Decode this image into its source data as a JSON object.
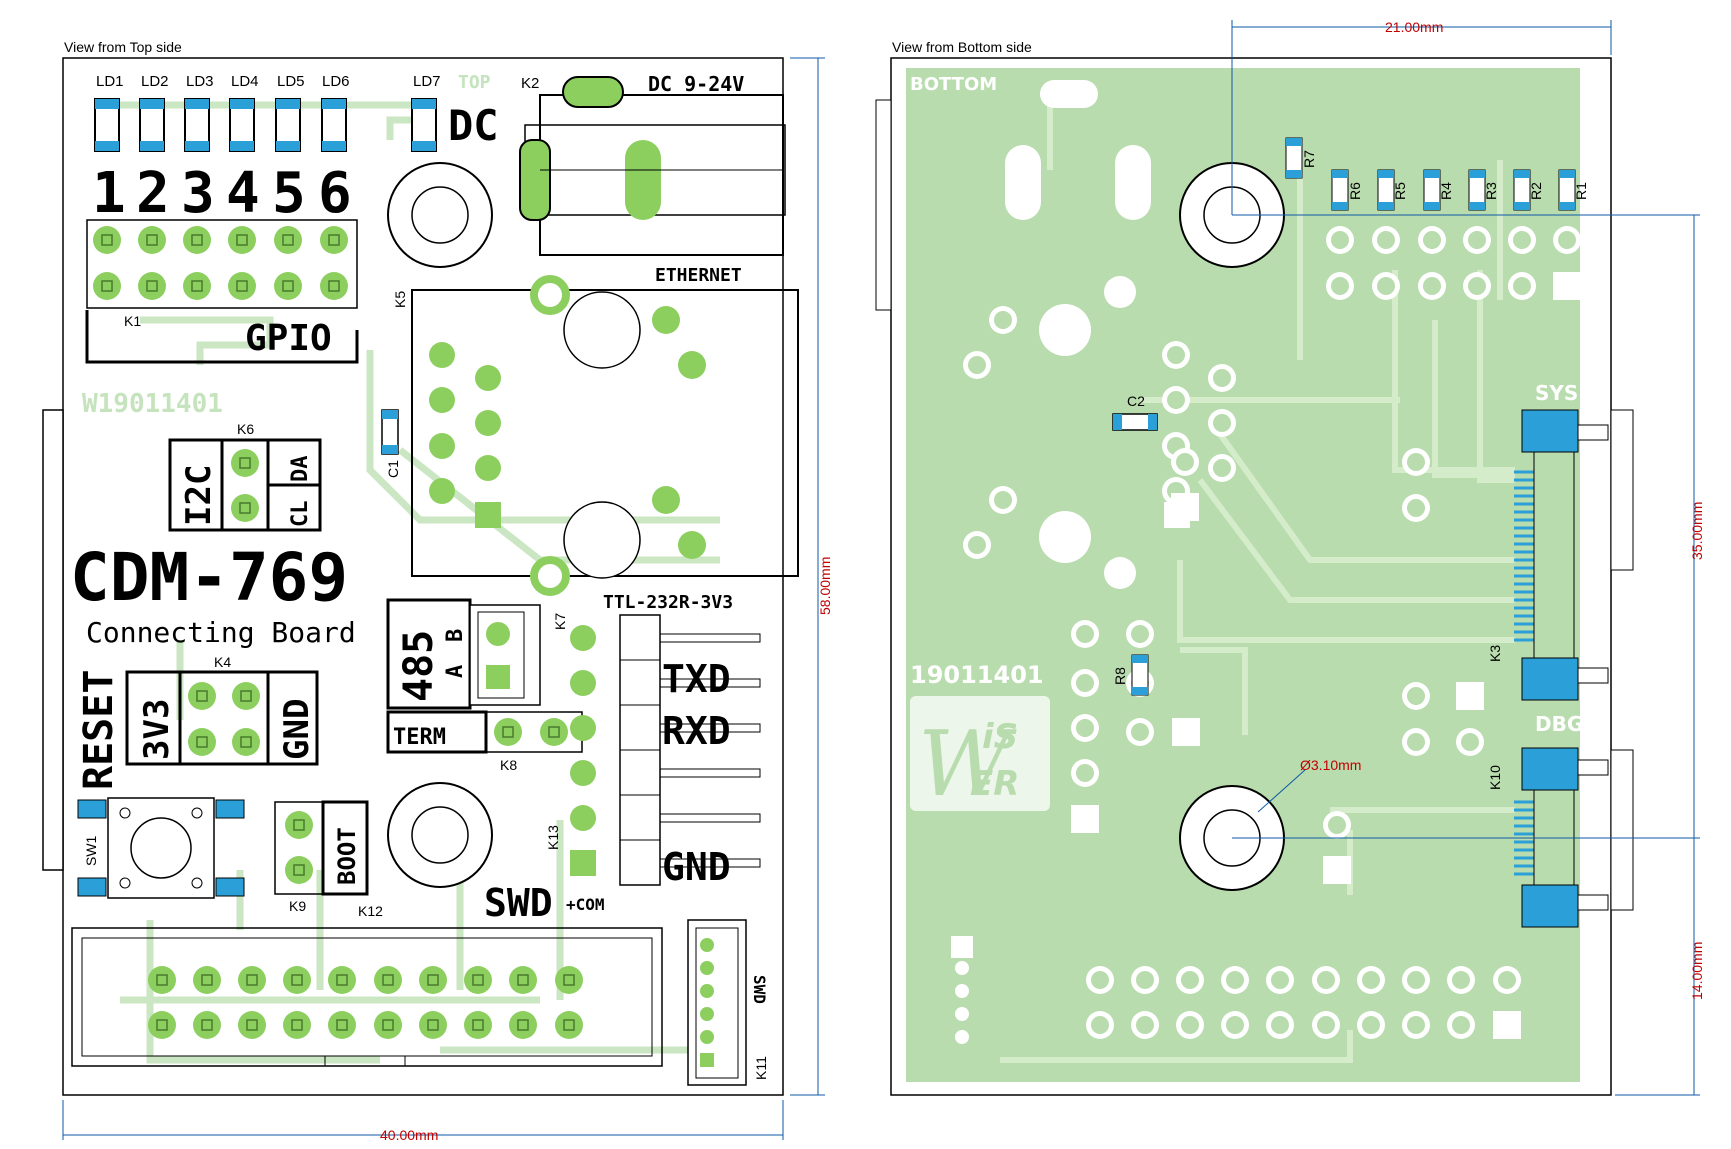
{
  "views": {
    "top_caption": "View from Top side",
    "bottom_caption": "View from Bottom side"
  },
  "top": {
    "leds": [
      "LD1",
      "LD2",
      "LD3",
      "LD4",
      "LD5",
      "LD6",
      "LD7"
    ],
    "top_marker": "TOP",
    "dc_label": "DC",
    "power_label": "DC 9-24V",
    "k2": "K2",
    "gpio_numbers": [
      "1",
      "2",
      "3",
      "4",
      "5",
      "6"
    ],
    "k1": "K1",
    "gpio": "GPIO",
    "k5": "K5",
    "ethernet": "ETHERNET",
    "serial_no": "W19011401",
    "k6": "K6",
    "i2c": "I2C",
    "da": "DA",
    "cl": "CL",
    "c1": "C1",
    "board_name": "CDM-769",
    "board_subtitle": "Connecting Board",
    "reset": "RESET",
    "k4": "K4",
    "v33": "3V3",
    "gnd_left": "GND",
    "rs485": "485",
    "a": "A",
    "b": "B",
    "k7": "K7",
    "ttl": "TTL-232R-3V3",
    "txd": "TXD",
    "rxd": "RXD",
    "gnd_right": "GND",
    "term": "TERM",
    "k8": "K8",
    "k13": "K13",
    "sw1": "SW1",
    "boot": "BOOT",
    "k9": "K9",
    "k12": "K12",
    "swd_com": "SWD",
    "com": "+COM",
    "swd_small": "SWD",
    "k11": "K11",
    "dim_width": "40.00mm",
    "dim_height": "58.00mm"
  },
  "bottom": {
    "marker": "BOTTOM",
    "resistors": [
      "R6",
      "R5",
      "R4",
      "R3",
      "R2",
      "R1"
    ],
    "r7": "R7",
    "c2": "C2",
    "sys": "SYS",
    "dbg": "DBG",
    "k3": "K3",
    "k10": "K10",
    "r8": "R8",
    "serial_no": "19011401",
    "logo_top": "iS",
    "logo_bottom": "ER",
    "logo_w": "W",
    "hole_dia": "Ø3.10mm",
    "dim_top": "21.00mm",
    "dim_35": "35.00mm",
    "dim_14": "14.00mm"
  },
  "colors": {
    "pcb": "#b9dcae",
    "trace": "#cbe6c2",
    "pad": "#8ccf5f",
    "smd": "#2a9fd8",
    "dimension": "#c00000",
    "silkscreen": "#000000"
  }
}
